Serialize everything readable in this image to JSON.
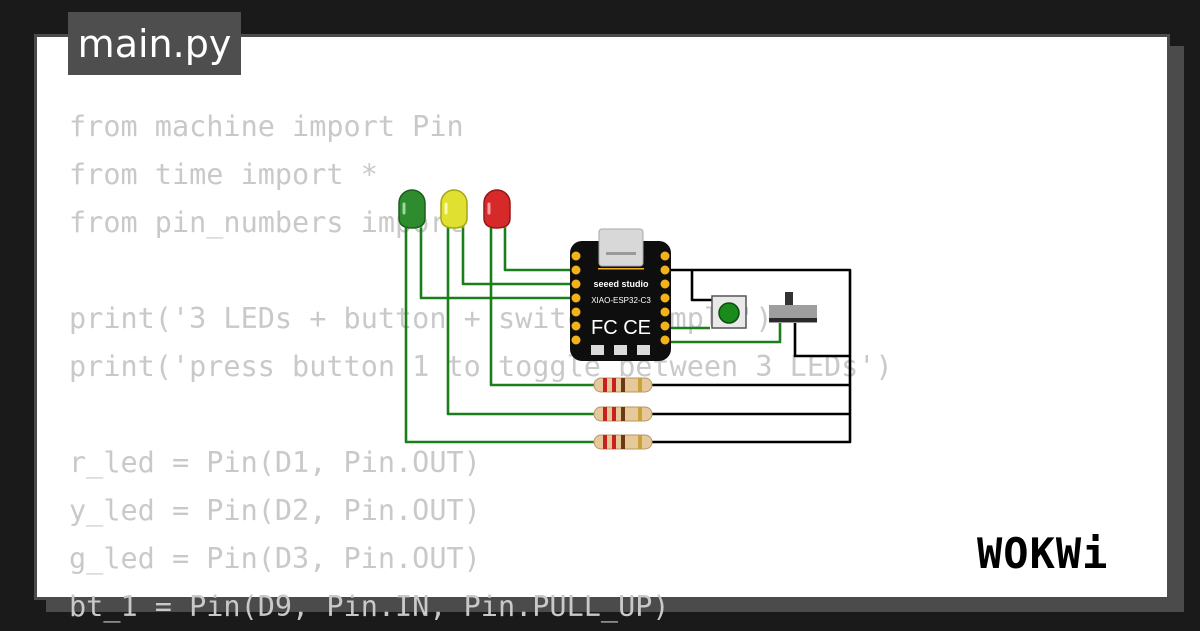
{
  "file_tab": {
    "label": "main.py"
  },
  "code_lines": [
    "from machine import Pin",
    "from time import *",
    "from pin_numbers import *",
    "",
    "print('3 LEDs + button + switch Example')",
    "print('press button 1 to toggle between 3 LEDs')",
    "",
    "r_led = Pin(D1, Pin.OUT)",
    "y_led = Pin(D2, Pin.OUT)",
    "g_led = Pin(D3, Pin.OUT)",
    "bt_1 = Pin(D9, Pin.IN, Pin.PULL_UP)"
  ],
  "board": {
    "brand": "seeed studio",
    "model": "XIAO-ESP32-C3",
    "cert_marks": "FC CE"
  },
  "leds": [
    {
      "name": "green-led",
      "color": "#2e8b2e"
    },
    {
      "name": "yellow-led",
      "color": "#e0e030"
    },
    {
      "name": "red-led",
      "color": "#d62a2a"
    }
  ],
  "button": {
    "cap_color": "#1a8a1a"
  },
  "logo": {
    "text": "WOKWi"
  },
  "colors": {
    "background": "#1a1a1a",
    "frame_border": "#4b4b4b",
    "code_text": "#c9c9c9",
    "wire_signal": "#1a7f1a",
    "wire_ground": "#000000"
  }
}
